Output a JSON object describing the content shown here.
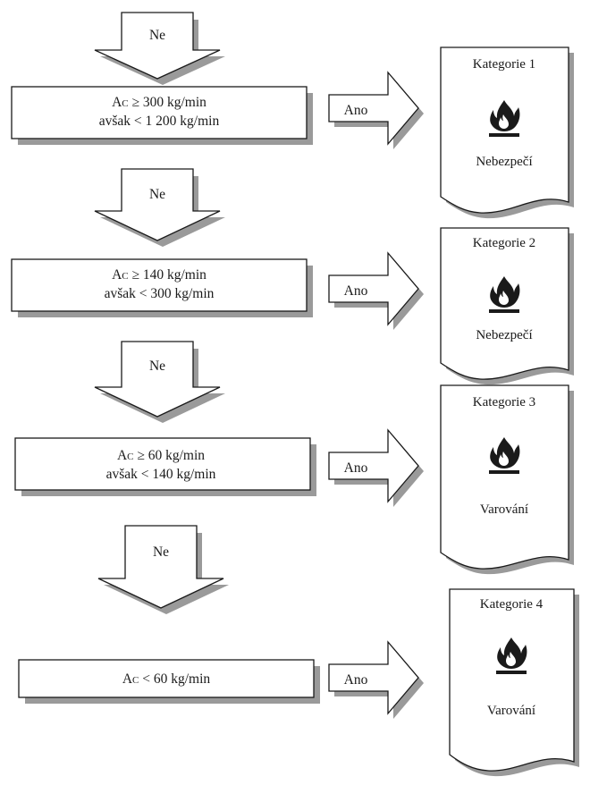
{
  "flow": {
    "no_label": "Ne",
    "yes_label": "Ano",
    "conditions": [
      {
        "line1_symbol": "A",
        "line1_sub": "C",
        "line1_rest": " ≥ 300 kg/min",
        "line2": "avšak < 1 200 kg/min"
      },
      {
        "line1_symbol": "A",
        "line1_sub": "C",
        "line1_rest": " ≥ 140 kg/min",
        "line2": "avšak < 300 kg/min"
      },
      {
        "line1_symbol": "A",
        "line1_sub": "C",
        "line1_rest": " ≥ 60 kg/min",
        "line2": "avšak < 140 kg/min"
      },
      {
        "line1_symbol": "A",
        "line1_sub": "C",
        "line1_rest": " < 60 kg/min",
        "line2": ""
      }
    ],
    "results": [
      {
        "category": "Kategorie 1",
        "signal_word": "Nebezpečí",
        "pictogram": "flame-icon"
      },
      {
        "category": "Kategorie 2",
        "signal_word": "Nebezpečí",
        "pictogram": "flame-icon"
      },
      {
        "category": "Kategorie 3",
        "signal_word": "Varování",
        "pictogram": "flame-icon"
      },
      {
        "category": "Kategorie 4",
        "signal_word": "Varování",
        "pictogram": "flame-icon"
      }
    ]
  },
  "colors": {
    "shadow": "#9a9a9a",
    "stroke": "#1a1a1a",
    "fill": "#ffffff"
  }
}
